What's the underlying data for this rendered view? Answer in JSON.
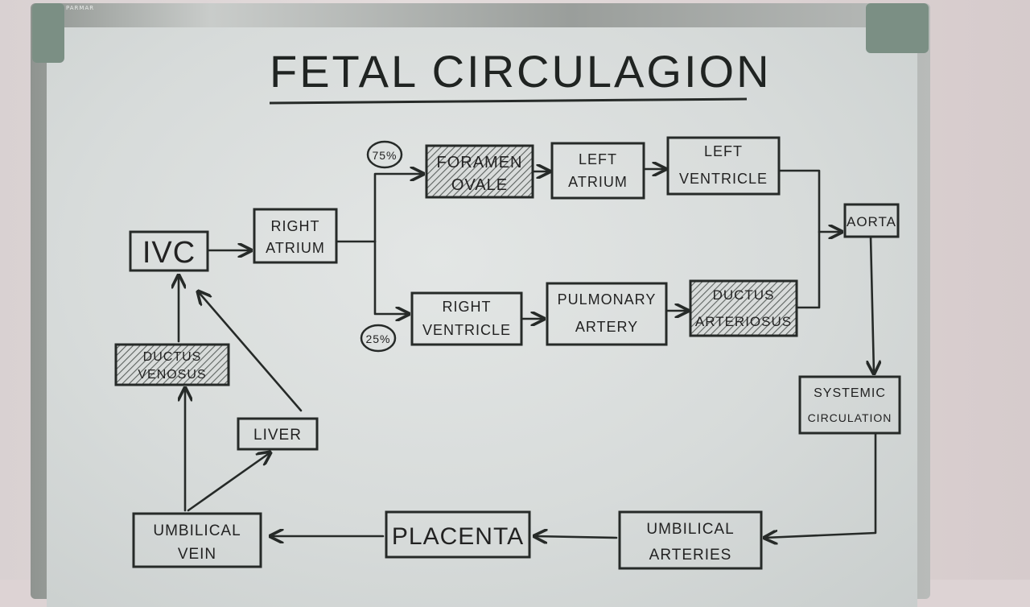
{
  "title": "FETAL CIRCULAGION",
  "frame_label": "PARMAR",
  "nodes": {
    "ivc": "IVC",
    "right_atrium": [
      "RIGHT",
      "ATRIUM"
    ],
    "foramen_ovale": [
      "FORAMEN",
      "OVALE"
    ],
    "left_atrium": [
      "LEFT",
      "ATRIUM"
    ],
    "left_ventricle": [
      "LEFT",
      "VENTRICLE"
    ],
    "aorta": "AORTA",
    "right_ventricle": [
      "RIGHT",
      "VENTRICLE"
    ],
    "pulmonary_artery": [
      "PULMONARY",
      "ARTERY"
    ],
    "ductus_arteriosus": [
      "DUCTUS",
      "ARTERIOSUS"
    ],
    "systemic_circulation": [
      "SYSTEMIC",
      "CIRCULATION"
    ],
    "ductus_venosus": [
      "DUCTUS",
      "VENOSUS"
    ],
    "liver": "LIVER",
    "umbilical_vein": [
      "UMBILICAL",
      "VEIN"
    ],
    "placenta": "PLACENTA",
    "umbilical_arteries": [
      "UMBILICAL",
      "ARTERIES"
    ]
  },
  "percent_labels": {
    "upper": "75%",
    "lower": "25%"
  }
}
